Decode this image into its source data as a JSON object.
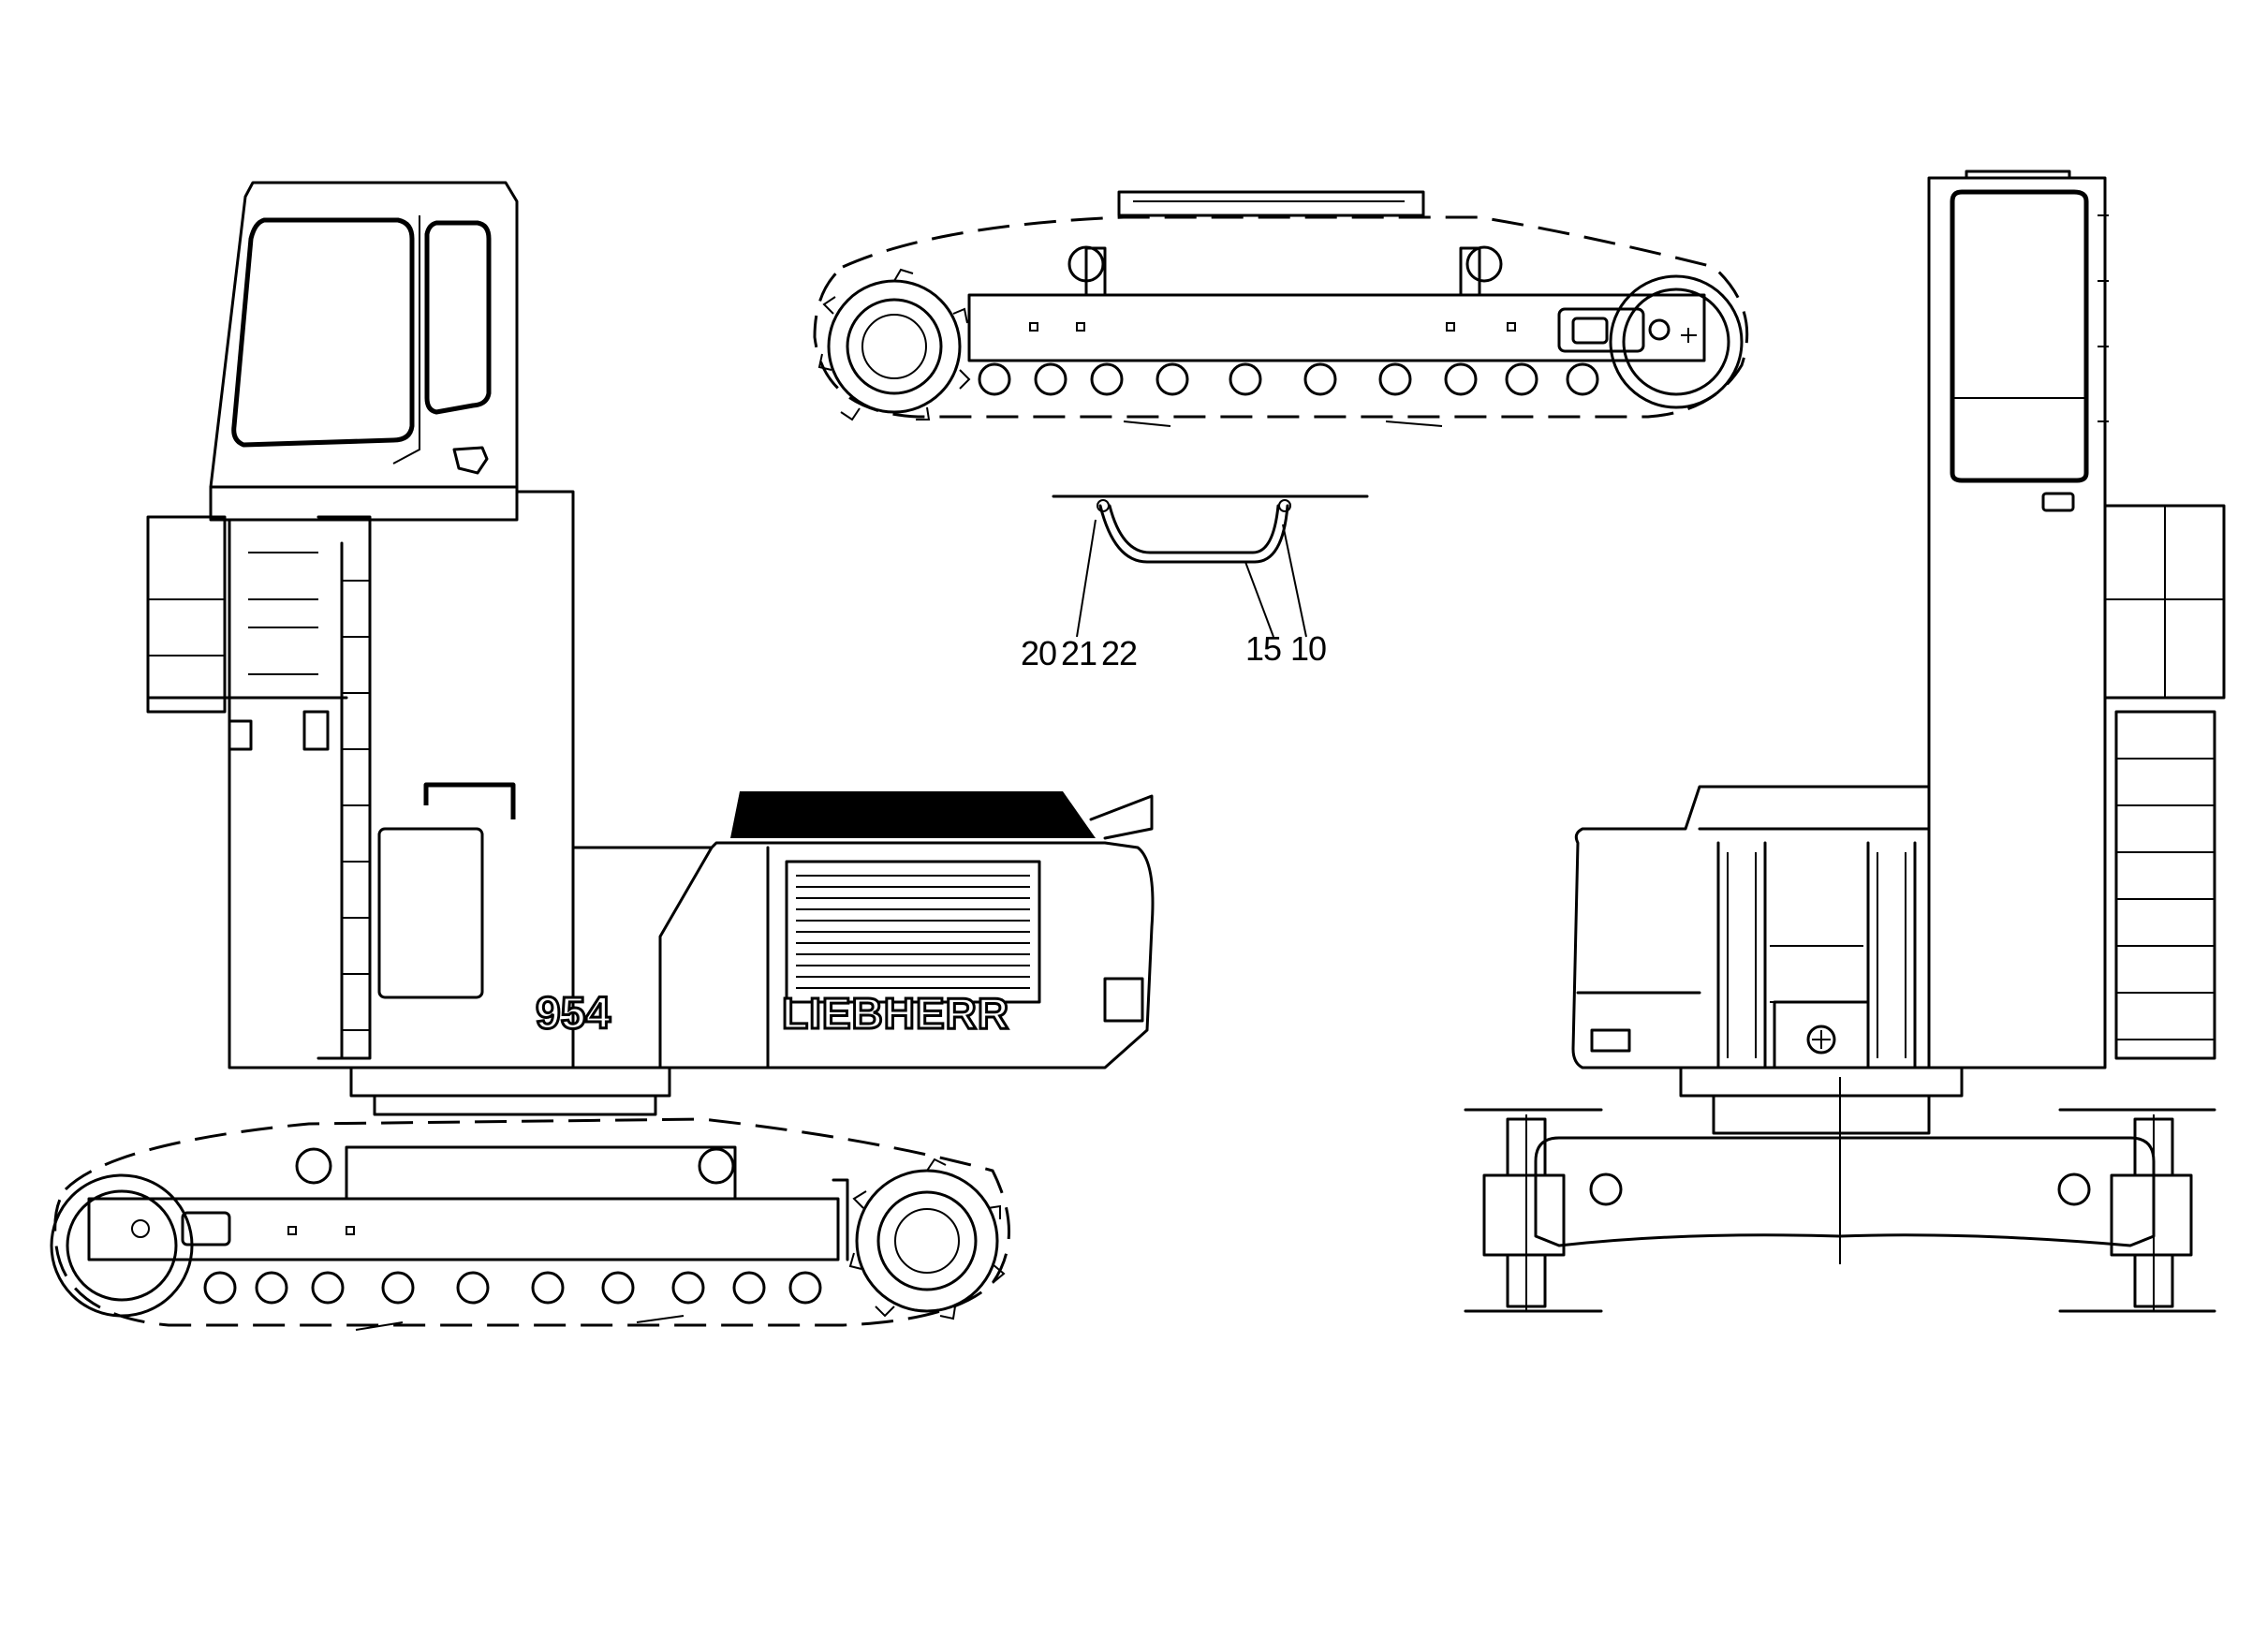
{
  "drawing": {
    "model_badge": "954",
    "brand_badge": "LIEBHERR",
    "callouts": [
      {
        "id": "c20",
        "label": "20"
      },
      {
        "id": "c21",
        "label": "21"
      },
      {
        "id": "c22",
        "label": "22"
      },
      {
        "id": "c15",
        "label": "15"
      },
      {
        "id": "c10",
        "label": "10"
      }
    ]
  }
}
